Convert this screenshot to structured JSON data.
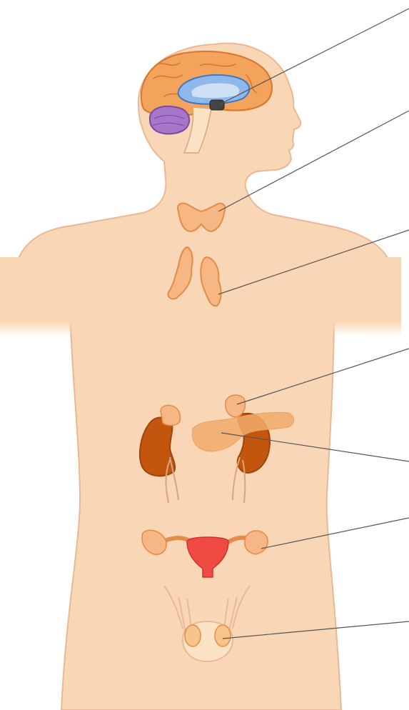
{
  "diagram": {
    "labels_shown": false,
    "colors": {
      "skin": "#f9d6b5",
      "skin_outline": "#eab894",
      "brain": "#f4a35c",
      "brain_outline": "#d9762c",
      "cerebellum": "#a775c9",
      "corpus_callosum": "#8fb8ea",
      "thyroid": "#f7b784",
      "kidney": "#c2560f",
      "pancreas": "#f2ab6a",
      "uterus": "#ef4b43",
      "testes": "#f8c48a",
      "leader_line": "#555555"
    },
    "glands": [
      {
        "id": "pituitary",
        "icon": "pituitary-gland"
      },
      {
        "id": "thyroid",
        "icon": "thyroid-gland"
      },
      {
        "id": "thymus",
        "icon": "thymus-gland"
      },
      {
        "id": "adrenal",
        "icon": "adrenal-gland"
      },
      {
        "id": "pancreas",
        "icon": "pancreas"
      },
      {
        "id": "ovaries",
        "icon": "ovaries-uterus"
      },
      {
        "id": "testes",
        "icon": "testes"
      }
    ]
  }
}
